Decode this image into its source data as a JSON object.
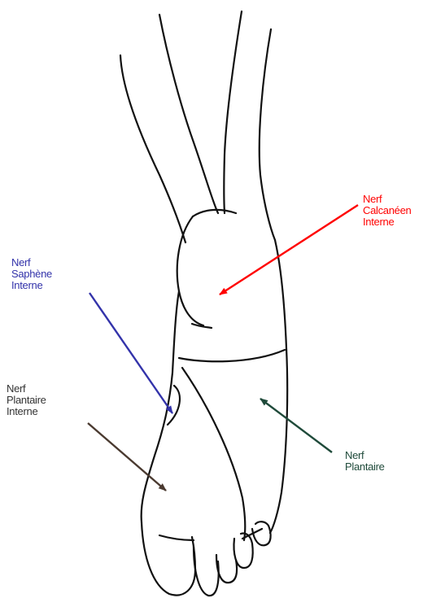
{
  "labels": {
    "calcaneen": {
      "lines": [
        "Nerf",
        "Calcanéen",
        "Interne"
      ],
      "color": "#ff0000"
    },
    "saphene": {
      "lines": [
        "Nerf",
        "Saphène",
        "Interne"
      ],
      "color": "#3333aa"
    },
    "plantaire_interne": {
      "lines": [
        "Nerf",
        "Plantaire",
        "Interne"
      ],
      "color": "#333333"
    },
    "plantaire": {
      "lines": [
        "Nerf",
        "Plantaire"
      ],
      "color": "#1f4a3a"
    }
  },
  "arrow_colors": {
    "calcaneen": "#ff0000",
    "saphene": "#3333aa",
    "plantaire_interne": "#4a3a30",
    "plantaire": "#1f4a3a"
  }
}
